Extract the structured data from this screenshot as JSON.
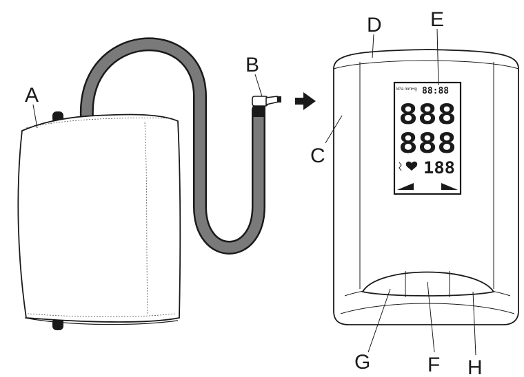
{
  "labels": {
    "a": "A",
    "b": "B",
    "c": "C",
    "d": "D",
    "e": "E",
    "f": "F",
    "g": "G",
    "h": "H"
  },
  "display": {
    "systolic": "888",
    "diastolic": "888",
    "pulse": "188",
    "top_row_digits": "88:88",
    "top_left_units": "kPa mmHg"
  },
  "icons": {
    "cuff": "blood-pressure-cuff",
    "plug": "air-plug-connector",
    "arrow": "right-arrow",
    "monitor": "blood-pressure-monitor",
    "heart": "heart-icon"
  }
}
